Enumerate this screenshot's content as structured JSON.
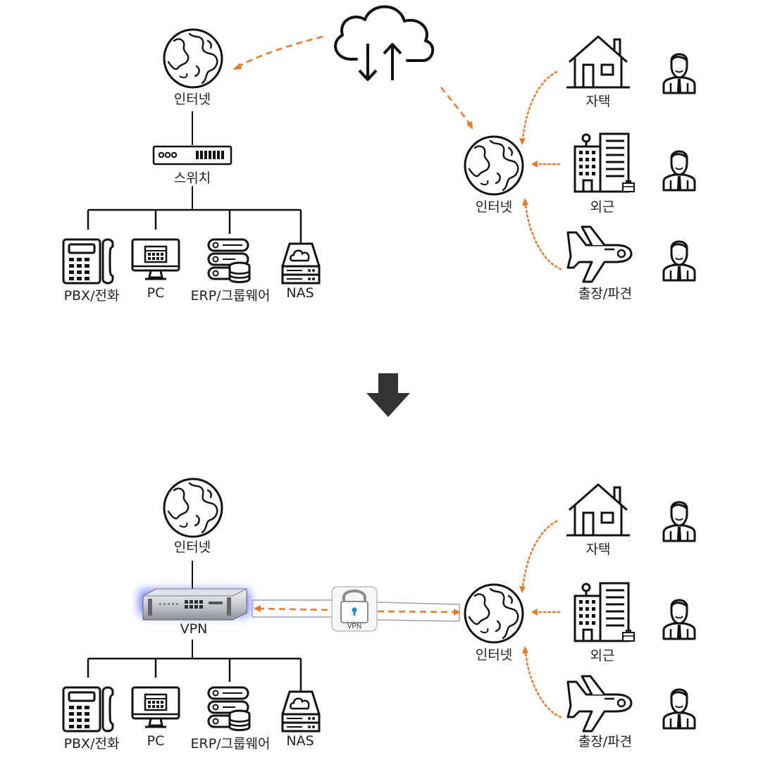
{
  "colors": {
    "accent": "#e8782a",
    "line": "#111111",
    "vpn_glow": "#3a4dff",
    "lock_keyhole": "#1e90c8"
  },
  "top": {
    "cloud_icon": "cloud-sync-icon",
    "internet_left": "인터넷",
    "switch": "스위치",
    "devices": [
      "PBX/전화",
      "PC",
      "ERP/그룹웨어",
      "NAS"
    ],
    "internet_right": "인터넷",
    "remote": [
      "자택",
      "외근",
      "출장/파견"
    ]
  },
  "transition_icon": "down-arrow-icon",
  "bottom": {
    "internet_left": "인터넷",
    "vpn": "VPN",
    "tunnel_lock": "VPN",
    "devices": [
      "PBX/전화",
      "PC",
      "ERP/그룹웨어",
      "NAS"
    ],
    "internet_right": "인터넷",
    "remote": [
      "자택",
      "외근",
      "출장/파견"
    ]
  }
}
